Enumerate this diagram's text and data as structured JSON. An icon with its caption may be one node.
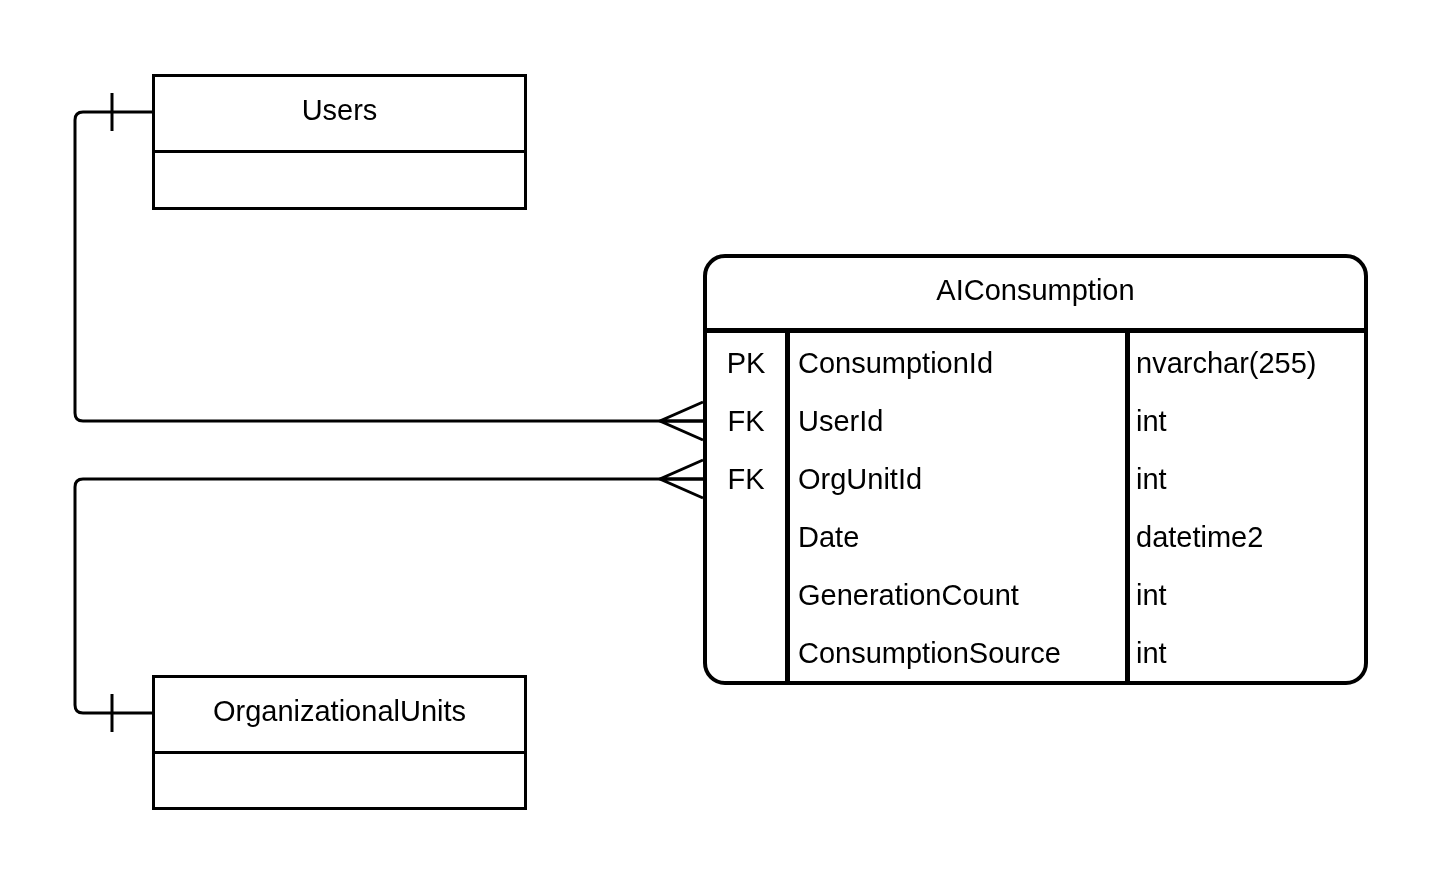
{
  "diagram": {
    "nodes": [
      {
        "text": [
          "Users"
        ]
      },
      {
        "text": [
          "AIConsumption"
        ]
      },
      {
        "text": [
          "PK",
          "ConsumptionId",
          "nvarchar(255)"
        ],
        "in": 1
      },
      {
        "text": [
          "FK",
          "UserId",
          "int"
        ],
        "in": 1
      },
      {
        "text": [
          "FK",
          "OrgUnitId",
          "int"
        ],
        "in": 1
      },
      {
        "text": [
          "Date",
          "datetime2"
        ],
        "in": 1
      },
      {
        "text": [
          "GenerationCount",
          "int"
        ],
        "in": 1
      },
      {
        "text": [
          "ConsumptionSource",
          "int"
        ],
        "in": 1
      },
      {
        "text": [
          "OrganizationalUnits"
        ]
      }
    ],
    "edges": [
      {
        "from": 0,
        "to": 3,
        "arrow": "other"
      },
      {
        "from": 8,
        "to": 4,
        "arrow": "other"
      }
    ]
  }
}
